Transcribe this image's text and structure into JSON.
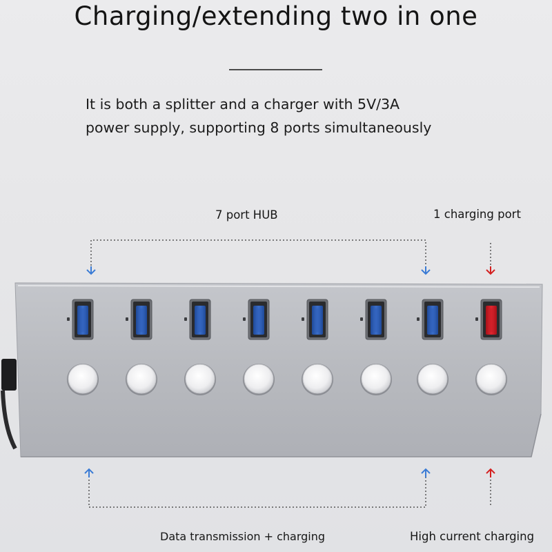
{
  "headline": "Charging/extending two in one",
  "description": {
    "line1": "It is both a splitter and a charger with 5V/3A",
    "line2": "power supply, supporting 8 ports simultaneously"
  },
  "labels": {
    "hub": "7 port HUB",
    "charging_port": "1 charging port",
    "data_charging": "Data transmission + charging",
    "high_current": "High current charging"
  },
  "device": {
    "data_ports": 7,
    "charging_ports": 1,
    "switches": 8
  },
  "colors": {
    "data_port": "#2f5fb8",
    "charging_port": "#c81e26",
    "arrow_blue": "#3a7bd5",
    "arrow_red": "#d42020",
    "housing": "#b9bbc0"
  }
}
